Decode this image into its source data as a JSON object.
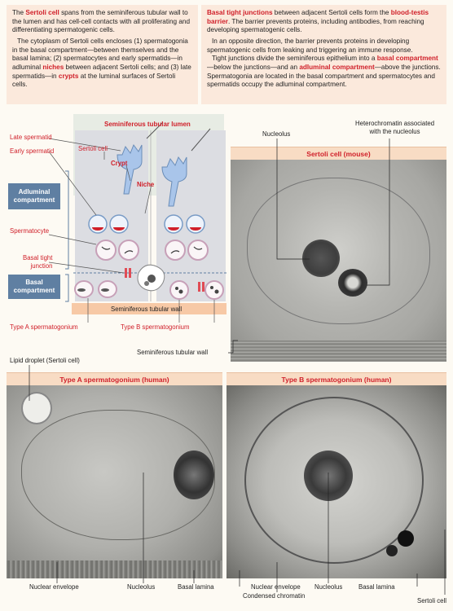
{
  "top_left": {
    "p1_pre": "The ",
    "p1_term": "Sertoli cell",
    "p1_post": " spans from the seminiferous tubular wall to the lumen and has cell-cell contacts with all proliferating and differentiating spermatogenic cells.",
    "p2_a": "The cytoplasm of Sertoli cells encloses (1) spermatogonia in the basal compartment—between themselves and the basal lamina; (2) spermatocytes and early spermatids—in adluminal ",
    "p2_term1": "niches",
    "p2_b": " between adjacent Sertoli cells; and (3) late spermatids—in ",
    "p2_term2": "crypts",
    "p2_c": " at the luminal surfaces of Sertoli cells."
  },
  "top_right": {
    "p1_term1": "Basal tight junctions",
    "p1_a": " between adjacent Sertoli cells form the ",
    "p1_term2": "blood-testis barrier",
    "p1_b": ". The barrier prevents proteins, including antibodies, from reaching developing spermatogenic cells.",
    "p2": "In an opposite direction, the barrier prevents proteins in developing spermatogenic cells from leaking and triggering an immune response.",
    "p3_a": "Tight junctions divide the seminiferous epithelium into a ",
    "p3_term1": "basal compartment",
    "p3_b": "—below the junctions—and an ",
    "p3_term2": "adluminal compartment",
    "p3_c": "—above the junctions. Spermatogonia are located in the basal compartment and spermatocytes and spermatids occupy the adluminal compartment."
  },
  "diagram": {
    "lumen": "Seminiferous tubular lumen",
    "late_spermatid": "Late spermatid",
    "early_spermatid": "Early spermatid",
    "sertoli_cell": "Sertoli cell",
    "crypt": "Crypt",
    "niche": "Niche",
    "adluminal_line1": "Adluminal",
    "adluminal_line2": "compartment",
    "spermatocyte": "Spermatocyte",
    "basal_tight_line1": "Basal tight",
    "basal_tight_line2": "junction",
    "basal_line1": "Basal",
    "basal_line2": "compartment",
    "tubular_wall": "Seminiferous tubular wall",
    "type_a": "Type A spermatogonium",
    "type_b": "Type B spermatogonium"
  },
  "panel_mouse": {
    "nucleolus": "Nucleolus",
    "heterochromatin_line1": "Heterochromatin associated",
    "heterochromatin_line2": "with the nucleolus",
    "header": "Sertoli cell (mouse)",
    "wall": "Seminiferous tubular wall"
  },
  "panel_a": {
    "lipid": "Lipid droplet (Sertoli cell)",
    "header": "Type A spermatogonium (human)",
    "nuclear_envelope": "Nuclear envelope",
    "nucleolus": "Nucleolus",
    "basal_lamina": "Basal lamina"
  },
  "panel_b": {
    "header": "Type B spermatogonium (human)",
    "nuclear_envelope": "Nuclear envelope",
    "condensed": "Condensed chromatin",
    "nucleolus": "Nucleolus",
    "basal_lamina": "Basal lamina",
    "sertoli": "Sertoli cell"
  },
  "colors": {
    "accent_red": "#d0202a",
    "compartment_blue": "#5f7fa2",
    "box_peach": "#fbe9dc",
    "header_peach": "#f8dcc4"
  }
}
